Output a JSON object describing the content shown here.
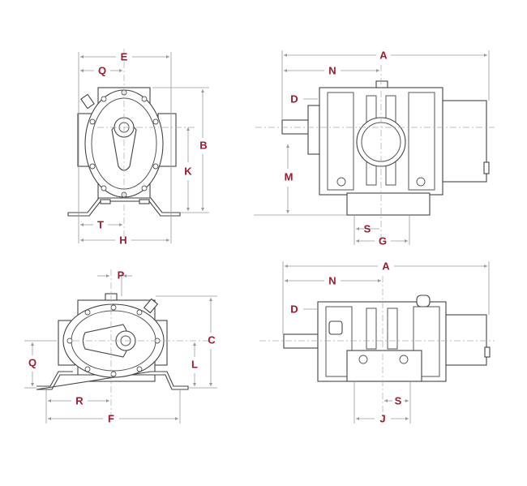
{
  "label_color": "#9b1b30",
  "views": {
    "front_top": {
      "E": "E",
      "Q": "Q",
      "B": "B",
      "K": "K",
      "T": "T",
      "H": "H"
    },
    "side_top": {
      "A": "A",
      "N": "N",
      "D": "D",
      "M": "M",
      "S": "S",
      "G": "G"
    },
    "front_bottom": {
      "P": "P",
      "C": "C",
      "L": "L",
      "Q": "Q",
      "R": "R",
      "F": "F"
    },
    "side_bottom": {
      "A": "A",
      "N": "N",
      "D": "D",
      "S": "S",
      "J": "J"
    }
  }
}
